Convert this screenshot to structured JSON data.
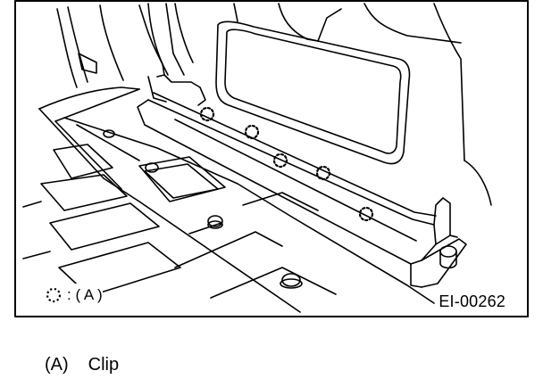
{
  "figure": {
    "legend_symbol": ": ( A )",
    "code": "EI-00262"
  },
  "caption": {
    "label": "(A)",
    "text": "Clip"
  },
  "icons": {
    "clip_marker": "dotted-circle-icon"
  }
}
